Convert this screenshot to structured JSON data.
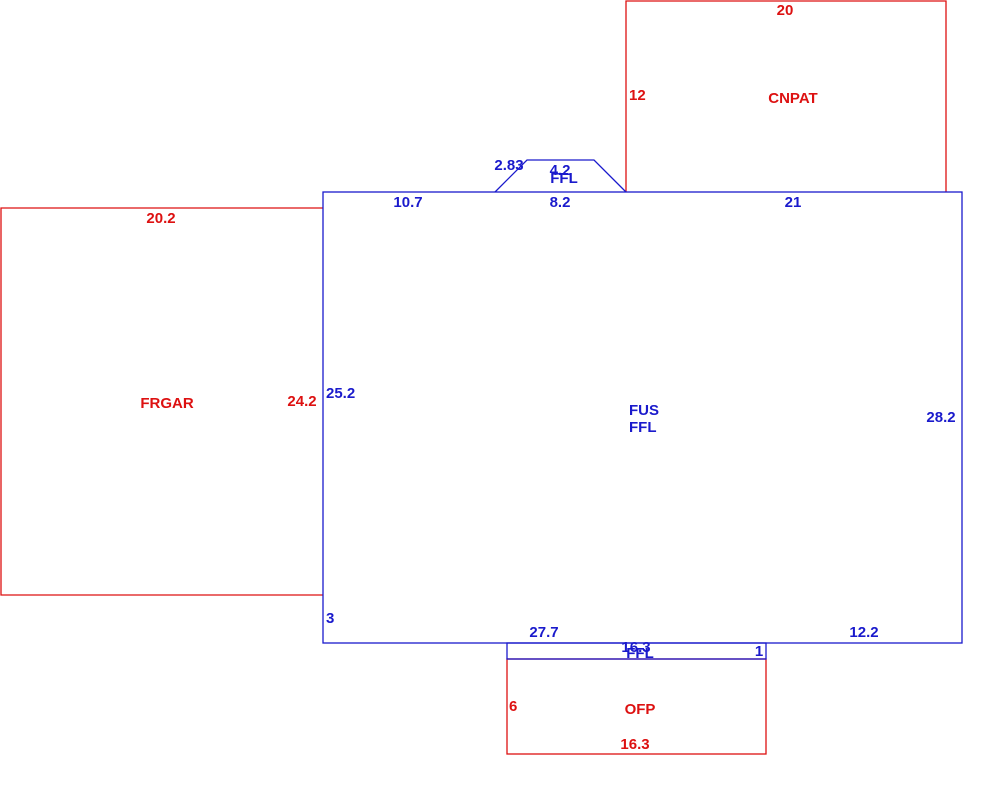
{
  "colors": {
    "blue": "#1a1acc",
    "red": "#dd1111"
  },
  "areas": {
    "cnpat": {
      "code": "CNPAT",
      "dims": {
        "top": "20",
        "left": "12"
      }
    },
    "frgar": {
      "code": "FRGAR",
      "dims": {
        "top": "20.2",
        "right": "24.2"
      }
    },
    "fus": {
      "code": "FUS",
      "sub": "FFL",
      "dims": {
        "top_left": "10.7",
        "top_mid": "8.2",
        "top_right": "21",
        "left": "25.2",
        "right": "28.2",
        "left_lower": "3",
        "bottom_left": "27.7",
        "bottom_right": "12.2"
      }
    },
    "bay_top": {
      "code": "FFL",
      "dims": {
        "diag": "2.83",
        "top": "4.2"
      }
    },
    "bay_bottom": {
      "code": "FFL",
      "dims": {
        "top": "16.3",
        "right": "1"
      }
    },
    "ofp": {
      "code": "OFP",
      "dims": {
        "left": "6",
        "bottom": "16.3"
      }
    }
  }
}
